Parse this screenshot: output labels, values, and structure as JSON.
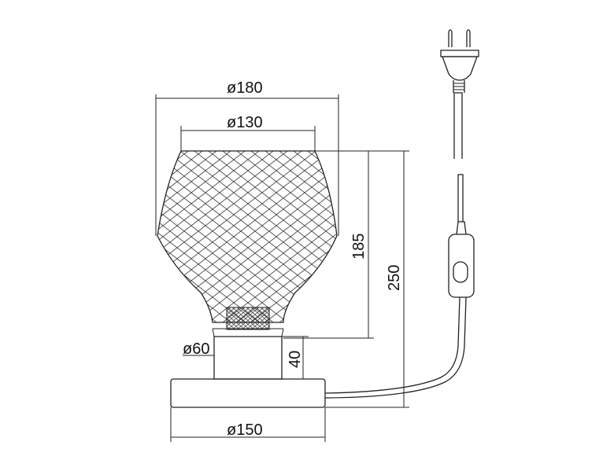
{
  "dimensions": {
    "shade_outer_diameter": "ø180",
    "shade_top_diameter": "ø130",
    "shade_height": "185",
    "total_height": "250",
    "base_neck_diameter": "ø60",
    "base_neck_height": "40",
    "base_diameter": "ø150"
  }
}
